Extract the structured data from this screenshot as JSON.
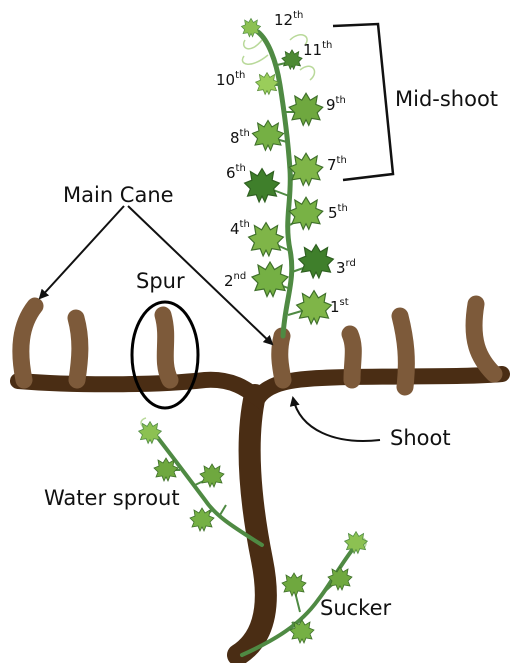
{
  "labels": {
    "main_cane": "Main Cane",
    "spur": "Spur",
    "mid_shoot": "Mid-shoot",
    "shoot": "Shoot",
    "water_sprout": "Water sprout",
    "sucker": "Sucker"
  },
  "leaf_nodes": [
    {
      "num": "1",
      "suffix": "st"
    },
    {
      "num": "2",
      "suffix": "nd"
    },
    {
      "num": "3",
      "suffix": "rd"
    },
    {
      "num": "4",
      "suffix": "th"
    },
    {
      "num": "5",
      "suffix": "th"
    },
    {
      "num": "6",
      "suffix": "th"
    },
    {
      "num": "7",
      "suffix": "th"
    },
    {
      "num": "8",
      "suffix": "th"
    },
    {
      "num": "9",
      "suffix": "th"
    },
    {
      "num": "10",
      "suffix": "th"
    },
    {
      "num": "11",
      "suffix": "th"
    },
    {
      "num": "12",
      "suffix": "th"
    }
  ],
  "colors": {
    "trunk": "#4a2d14",
    "spur": "#7d5a3a",
    "vine": "#4f8a43",
    "leaf_dark": "#3f7f2b",
    "leaf_light": "#9acd5a",
    "tendril": "#b9d99a"
  }
}
